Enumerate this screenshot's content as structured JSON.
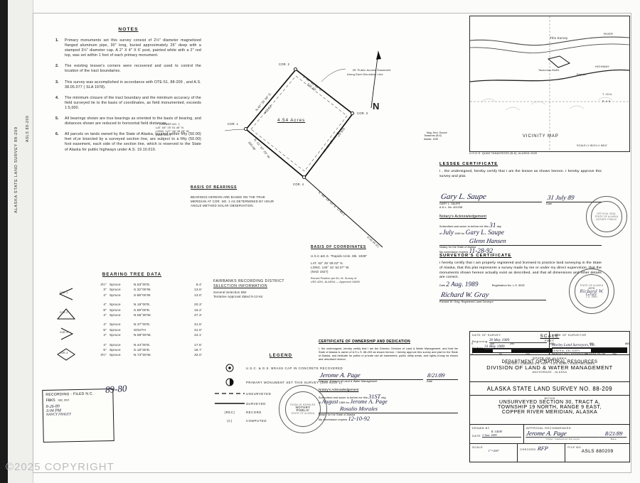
{
  "binding": {
    "label_left": "ALASKA STATE LAND SURVEY  88-209",
    "label_right": "ASLS 88-209"
  },
  "notes": {
    "title": "NOTES",
    "items": [
      {
        "n": "1.",
        "text": "Primary monuments set this survey consist of 2½\" diameter magnetized flanged aluminum pipe, 30\" long, buried approximately 26\" deep with a stamped 3½\" diameter cap. A 2\" X 4\" X 6' post, painted white with a 2\" red top, was set within 1 foot of each primary monument."
      },
      {
        "n": "2.",
        "text": "The existing lessee's corners were recovered and used to control the location of the tract boundaries."
      },
      {
        "n": "3.",
        "text": "This survey was accomplished in accordance with OTE-51, 88-209 , and A.S. 38.05.077 ( SLA 1978)."
      },
      {
        "n": "4.",
        "text": "The minimum closure of the tract boundary and the minimum accuracy of the field surveyed tie to the basis of coordinates, as field monumented, exceeds 1:5,000."
      },
      {
        "n": "5.",
        "text": "All bearings shown are true bearings as oriented to the basis of bearing, and distances shown are reduced to horizontal field distances."
      },
      {
        "n": "6.",
        "text": "All parcels on lands owned by the State of Alaska, located within fifty (50.00) feet of,or bisected by a surveyed section line, are subject to a fifty (50.00) foot easement, each side of the section line, which is reserved to the State of Alaska for public highways under A.S. 19.10.010."
      }
    ]
  },
  "parcel": {
    "area_label": "4.54  Acres",
    "corners": [
      {
        "name": "COR. 2"
      },
      {
        "name": "COR. 3"
      },
      {
        "name": "COR. 4"
      },
      {
        "name": "COR. 1"
      }
    ],
    "lines": [
      {
        "bearing": "N.42° 35' 00\" E.",
        "distance": "402.82'"
      },
      {
        "bearing": "S. 46° 45' 00\" E.",
        "distance": "370.40'"
      },
      {
        "bearing": "S. 44° 18' 15\" W.",
        "distance": "526.57'"
      },
      {
        "bearing": "N. 41° 57' 20\" W.",
        "distance": "390.68'"
      }
    ],
    "tie_line": "S. 49° 14' 10\" E.  1746.1'",
    "tie_note": "5725 69 (C)",
    "easement_note": "25' Public Access Easement\nAlong Each Boundary Line",
    "corner1_note": "CORNER NO. 1\nLAT. 65° 25' 51.45\" N.\nLONG. 147° 46' 26.29\" W.\n(NAD 1927)"
  },
  "basis_bearings": {
    "title": "BASIS OF BEARINGS",
    "text": "BEARINGS HEREON ARE BASED ON THE TRUE MERIDIAN AT COR. NO. 1 AS DETERMINED BY HOUR ANGLE METHOD SOLAR OBSERVATION."
  },
  "basis_coordinates": {
    "title": "BASIS OF COORDINATES",
    "station": "U.S.C.&G.S. \"Rapids Azim. Mk. 1938\"",
    "lat": "LAT. 63° 25' 08.02\" N.",
    "long": "LONG. 145° 44' 54.07\" W.",
    "datum": "(NAD 1927)",
    "record": "Record Position per B.L.M. Survey of",
    "record2": "USS 4291, ALASKA — Approved 1/8/69"
  },
  "recording": {
    "district": "FAIRBANKS RECORDING DISTRICT",
    "selection_title": "SELECTION INFORMATION",
    "general": "General Selection 892",
    "tentative": "Tentative Approval dated 8-12-64"
  },
  "bearing_tree": {
    "title": "BEARING  TREE  DATA",
    "groups": [
      {
        "corner": "COR. 1",
        "shape": "left-chevron",
        "rows": [
          {
            "size": "3½\"",
            "species": "Spruce",
            "bearing": "N.83°00'E.",
            "dist": "8.4'"
          },
          {
            "size": "3\"",
            "species": "Spruce",
            "bearing": "S.32°00'W.",
            "dist": "13.6'"
          },
          {
            "size": "4\"",
            "species": "Spruce",
            "bearing": "S.88°00'W.",
            "dist": "13.0'"
          }
        ]
      },
      {
        "corner": "COR. 2",
        "shape": "triangle",
        "rows": [
          {
            "size": "4\"",
            "species": "Spruce",
            "bearing": "N.18°00'E.",
            "dist": "20.3'"
          },
          {
            "size": "8\"",
            "species": "Spruce",
            "bearing": "S.59°00'E.",
            "dist": "16.2'"
          },
          {
            "size": "4\"",
            "species": "Spruce",
            "bearing": "N.55°30'W.",
            "dist": "27.3'"
          }
        ]
      },
      {
        "corner": "COR. 3",
        "shape": "right-chevron",
        "rows": [
          {
            "size": "4\"",
            "species": "Spruce",
            "bearing": "N.37°00'E.",
            "dist": "31.5'"
          },
          {
            "size": "5\"",
            "species": "Spruce",
            "bearing": "SOUTH",
            "dist": "31.0'"
          },
          {
            "size": "4\"",
            "species": "Spruce",
            "bearing": "N.89°00'W.",
            "dist": "24.1'"
          }
        ]
      },
      {
        "corner": "COR. 4",
        "shape": "diamond",
        "rows": [
          {
            "size": "4\"",
            "species": "Spruce",
            "bearing": "N.44°00'E.",
            "dist": "17.6'"
          },
          {
            "size": "5\"",
            "species": "Spruce",
            "bearing": "S.18°30'E.",
            "dist": "18.7'"
          },
          {
            "size": "3½\"",
            "species": "Spruce",
            "bearing": "N.73°00'W.",
            "dist": "32.0'"
          }
        ]
      }
    ]
  },
  "legend": {
    "title": "LEGEND",
    "rows": [
      {
        "symbol": "target",
        "text": "U.S.C. & G.S. BRASS CAP IN CONCRETE RECOVERED"
      },
      {
        "symbol": "filled",
        "text": "PRIMARY MONUMENT SET THIS SURVEY (See Note 1)"
      },
      {
        "symbol": "dashed",
        "text": "UNSURVEYED"
      },
      {
        "symbol": "solid",
        "text": "SURVEYED"
      },
      {
        "symbol": "rec",
        "text": "RECORD",
        "code": "(REC)"
      },
      {
        "symbol": "comp",
        "text": "COMPUTED",
        "code": "(C)"
      }
    ]
  },
  "lessee_certificate": {
    "title": "LESSEE  CERTIFICATE",
    "body": "I , the undersigned, hereby certify that I am the lessee as shown hereon. I hereby approve this survey and plat.",
    "signature": "Gary L. Saupe",
    "date": "31 July 89",
    "name_label": "GARY L. SAUPE",
    "adl_label": "A.D.L. No. 401338",
    "date_label": "Date",
    "notary_title": "Notary's Acknowledgement",
    "notary_line1": "Subscribed and sworn to before me this",
    "notary_day": "31",
    "notary_day_label": "day",
    "notary_of": "of",
    "notary_month": "July",
    "notary_year": "1989",
    "notary_for": "for",
    "notary_person": "Gary L. Saupe",
    "notary_sig": "Glenn Hansen",
    "notary_state_label": "Notary for the State of Alaska",
    "expires_label": "My commission expires",
    "expires_value": "11-28-92"
  },
  "surveyor_certificate": {
    "title": "SURVEYOR'S CERTIFICATE",
    "body": "I hereby certify that I am properly registered and licensed to practice land surveying in the State of Alaska, that this plat represents a survey made by me or under my direct supervision, that the monuments shown hereon actually exist as described, and that all dimensions and other details are correct.",
    "date_label": "Date",
    "date_value": "2 Aug. 1989",
    "registration": "Registration No. L.S. 5032",
    "signature": "Richard W. Gray",
    "name_line": "Richard W. Gray, Registered Land Surveyor"
  },
  "ownership_certificate": {
    "title": "CERTIFICATE OF OWNERSHIP AND DEDICATION",
    "body": "I, the undersigned, hereby certify that I am the Director, Division of Land & Water Management, and that the State of Alaska is owner of A.S.L.S. 88-209 as shown hereon. I hereby approve this survey and plat for the State of Alaska, and dedicate for public or private use all easements, public utility areas, and rights-of-way as shown and described hereon.",
    "signature": "Jerome A. Page",
    "role_line": "Director, Division of Land & Water Management",
    "date_label": "Date",
    "date_value": "8/21/89",
    "notary_title": "Notary's Acknowledgement",
    "notary_line1": "Subscribed and sworn to before me this",
    "notary_day": "31ST",
    "notary_day_label": "day",
    "notary_of": "of",
    "notary_month": "August",
    "notary_year": "1989",
    "notary_for": "for",
    "notary_person": "Jerome A. Page",
    "notary_sig": "Rosalio Morales",
    "notary_state_label": "Notary for the State of Alaska",
    "expires_label": "My commission expires",
    "expires_value": "12-10-92"
  },
  "vicinity_map": {
    "title": "VICINITY MAP",
    "scale": "SCALE=1 INCH=1 MILE",
    "quad": "U.S.G.S. QUAD  TANACROSS (B-6), ALASKA 1949",
    "this_survey": "This Survey",
    "labels": [
      "RIVER",
      "HIGHWAY",
      "Rapids",
      "Tanacross Bluffs",
      "T. 19 N.",
      "R. 9 E."
    ],
    "mag": "Mag. Decl. Source\nTanacross (B-6)\nAlaska  1949",
    "north": "N"
  },
  "scale_block": {
    "title": "SCALE",
    "unit_top": "FEET",
    "unit_bottom": "METERS",
    "feet_ticks": [
      "0",
      "100",
      "200",
      "400",
      "600",
      "800"
    ],
    "meter_ticks": [
      "0",
      "50",
      "100",
      "200",
      "250"
    ],
    "conversion": "1 METER = 3.2808333 U.S. FEET  .  1 U.S. ACRE = 0.4047 HECTARES"
  },
  "title_block": {
    "date_of_survey_label": "DATE OF SURVEY",
    "beginning_label": "Beginning",
    "beginning_value": "30 May 1989",
    "ending_label": "Ending",
    "ending_value": "31 May 1989",
    "surveyor_label": "NAME OF SURVEYOR",
    "surveyor_value": "Morley Land Surveyors, Inc.",
    "surveyor_addr1": "GENERAL DELIVERY",
    "surveyor_addr2": "MANLEY HOT SPRINGS, ALASKA 99756",
    "state": "STATE OF ALASKA",
    "dept": "DEPARTMENT  OF  NATURAL  RESOURCES",
    "division": "DIVISION OF LAND & WATER MANAGEMENT",
    "city": "ANCHORAGE ,  ALASKA",
    "survey_no": "ALASKA STATE LAND SURVEY NO.  88-209",
    "within_label": "WITHIN",
    "legal1": "UNSURVEYED  SECTION  30,     TRACT   A,",
    "legal2": "TOWNSHIP  19 NORTH,    RANGE   9  EAST,",
    "legal3": "COPPER  RIVER  MERIDIAN,    ALASKA",
    "drawn_by_label": "DRAWN BY",
    "drawn_by_value": "R. GRAY",
    "drawn_date_label": "DATE",
    "drawn_date_value": "2 June 1989",
    "approval_label": "APPROVAL RECOMMENDED",
    "approval_sig": "Jerome A. Page",
    "approval_role": "Chief, Cadastral Surveyor",
    "approval_date_label": "Date",
    "approval_date_value": "8/21/89",
    "scale_label": "SCALE",
    "scale_value": "1\"=200'",
    "checked_label": "CHECKED",
    "checked_value": "RFP",
    "file_label": "FILE NO.",
    "file_value": "ASLS 880209"
  },
  "recording_stamp": {
    "line1": "RECORDING - FILED  N.C.",
    "line2": "FBKS",
    "line3": "REC. DIST.",
    "line4": "8-26-89",
    "line5": "3:04 PM",
    "line6": "NANCY FRALEY",
    "pen_note": "89-80"
  },
  "notary_stamps": {
    "lessee": {
      "line1": "OFFICIAL SEAL",
      "line2": "STATE OF ALASKA",
      "line3": "NOTARY PUBLIC"
    },
    "surveyor": {
      "line1": "STATE OF ALASKA",
      "line2": "40TH",
      "line3": "Richard W. Gray",
      "line4": "L.S. 5032",
      "line5": "REGISTERED LAND SURVEYOR"
    },
    "ownership": {
      "line1": "ROSALIO MORALES",
      "line2": "NOTARY",
      "line3": "PUBLIC",
      "line4": "STATE OF ALASKA"
    }
  },
  "copyright": "©2025 COPYRIGHT"
}
